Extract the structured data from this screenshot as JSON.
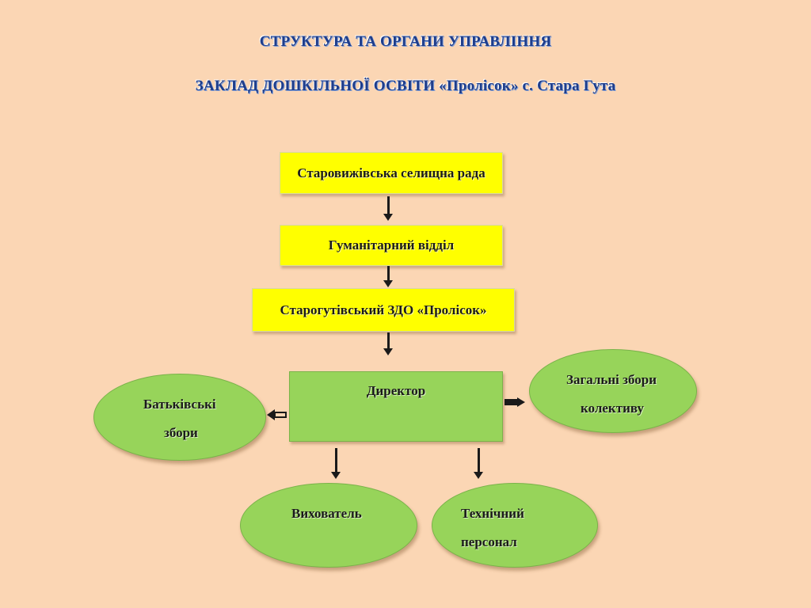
{
  "header": {
    "title_line1": "СТРУКТУРА ТА ОРГАНИ УПРАВЛІННЯ",
    "title_line2": "ЗАКЛАД ДОШКІЛЬНОЇ ОСВІТИ «Пролісок» с. Стара Гута"
  },
  "diagram": {
    "nodes": {
      "council": "Старовижівська селищна рада",
      "humanitarian_dept": "Гуманітарний відділ",
      "institution": "Старогутівський ЗДО «Пролісок»",
      "director": "Директор",
      "parents_meeting": [
        "Батьківські",
        "збори"
      ],
      "staff_meeting": [
        "Загальні збори",
        "колективу"
      ],
      "educator": "Вихователь",
      "technical_staff": [
        "Технічний",
        "персонал"
      ]
    },
    "colors": {
      "background": "#fbd6b4",
      "yellow_box": "#ffff00",
      "green_node": "#97d45a",
      "title_text": "#1f3d8a"
    },
    "edges": [
      [
        "council",
        "humanitarian_dept"
      ],
      [
        "humanitarian_dept",
        "institution"
      ],
      [
        "institution",
        "director"
      ],
      [
        "director",
        "staff_meeting"
      ],
      [
        "director",
        "parents_meeting"
      ],
      [
        "director",
        "educator"
      ],
      [
        "director",
        "technical_staff"
      ]
    ]
  }
}
